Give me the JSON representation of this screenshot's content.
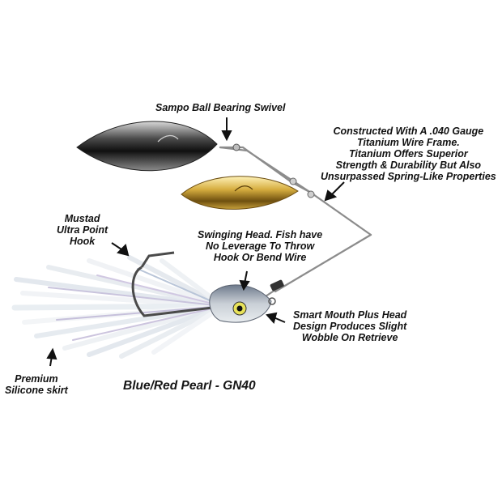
{
  "title": "Blue/Red Pearl - GN40",
  "callouts": {
    "swivel": {
      "lines": [
        "Sampo Ball Bearing Swivel"
      ]
    },
    "frame": {
      "lines": [
        "Constructed With A .040 Gauge",
        "Titanium Wire Frame.",
        "Titanium Offers Superior",
        "Strength & Durability But Also",
        "Unsurpassed Spring-Like Properties"
      ]
    },
    "hook": {
      "lines": [
        "Mustad",
        "Ultra Point",
        "Hook"
      ]
    },
    "head": {
      "lines": [
        "Swinging Head. Fish have",
        "No Leverage To Throw",
        "Hook Or Bend Wire"
      ]
    },
    "mouth": {
      "lines": [
        "Smart Mouth Plus Head",
        "Design Produces Slight",
        "Wobble On Retrieve"
      ]
    },
    "skirt": {
      "lines": [
        "Premium",
        "Silicone skirt"
      ]
    }
  },
  "colors": {
    "background": "#ffffff",
    "blade_silver": "#3a3a3a",
    "blade_gold": "#c9a23a",
    "skirt": "#e9eef2",
    "wire": "#8a8a8a"
  }
}
